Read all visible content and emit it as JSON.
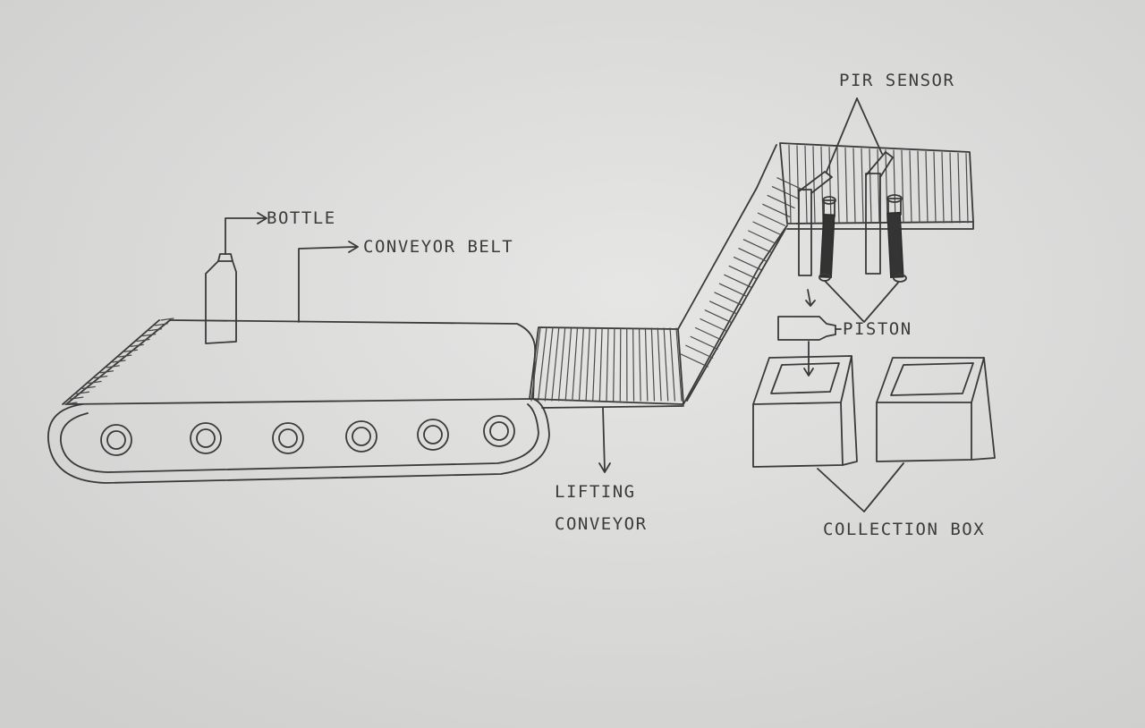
{
  "labels": {
    "bottle": "BOTTLE",
    "conveyor_belt": "CONVEYOR BELT",
    "lifting_conveyor_line1": "LIFTING",
    "lifting_conveyor_line2": "CONVEYOR",
    "pir_sensor": "PIR SENSOR",
    "piston": "PISTON",
    "collection_box": "COLLECTION BOX"
  }
}
